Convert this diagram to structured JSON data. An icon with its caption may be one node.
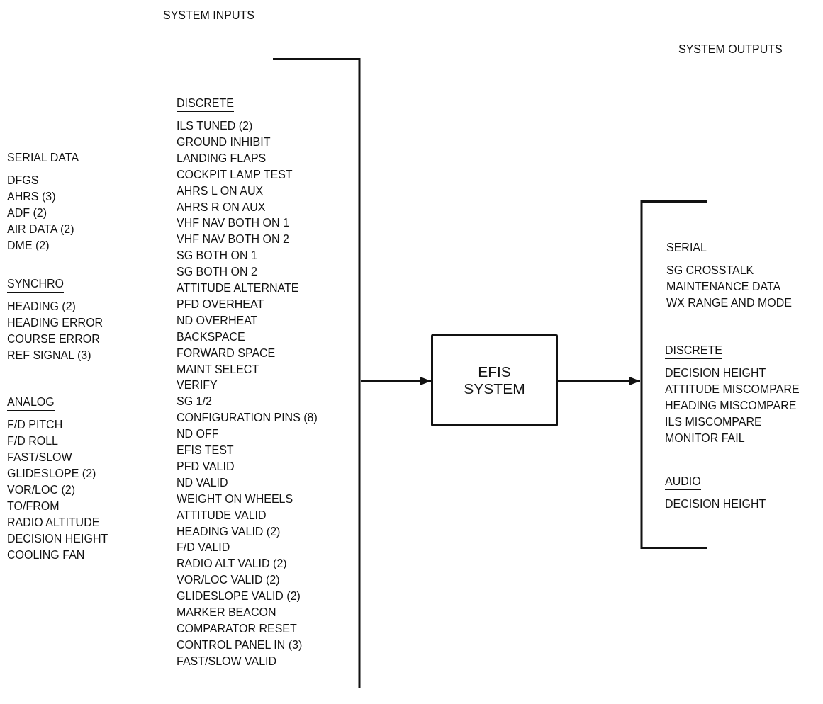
{
  "diagram": {
    "nodes": [
      {
        "text": [],
        "shape": "bar"
      },
      {
        "text": [
          "EFIS SYSTEM"
        ]
      },
      {
        "text": [],
        "shape": "bar"
      }
    ],
    "edges": [
      {
        "from": 0,
        "to": 1,
        "arrow": "to"
      },
      {
        "from": 1,
        "to": 2,
        "arrow": "to"
      }
    ],
    "labels": [
      "SYSTEM INPUTS",
      "SYSTEM OUTPUTS",
      "SERIAL DATA",
      "DFGS",
      "AHRS (3)",
      "ADF (2)",
      "AIR DATA (2)",
      "DME (2)",
      "SYNCHRO",
      "HEADING (2)",
      "HEADING ERROR",
      "COURSE ERROR",
      "REF SIGNAL (3)",
      "ANALOG",
      "F/D PITCH",
      "F/D ROLL",
      "FAST/SLOW",
      "GLIDESLOPE (2)",
      "VOR/LOC (2)",
      "TO/FROM",
      "RADIO ALTITUDE",
      "DECISION HEIGHT",
      "COOLING FAN",
      "DISCRETE",
      "ILS TUNED (2)",
      "GROUND INHIBIT",
      "LANDING FLAPS",
      "COCKPIT LAMP TEST",
      "AHRS L ON AUX",
      "AHRS R ON AUX",
      "VHF NAV BOTH ON 1",
      "VHF NAV BOTH ON 2",
      "SG BOTH ON 1",
      "SG BOTH ON 2",
      "ATTITUDE ALTERNATE",
      "PFD OVERHEAT",
      "ND OVERHEAT",
      "BACKSPACE",
      "FORWARD SPACE",
      "MAINT SELECT",
      "VERIFY",
      "SG 1/2",
      "CONFIGURATION PINS (8)",
      "ND OFF",
      "EFIS TEST",
      "PFD VALID",
      "ND VALID",
      "WEIGHT ON WHEELS",
      "ATTITUDE VALID",
      "HEADING VALID (2)",
      "F/D VALID",
      "RADIO ALT VALID (2)",
      "VOR/LOC VALID (2)",
      "GLIDESLOPE VALID (2)",
      "MARKER BEACON",
      "COMPARATOR RESET",
      "CONTROL PANEL IN (3)",
      "FAST/SLOW VALID",
      "SERIAL",
      "SG CROSSTALK",
      "MAINTENANCE DATA",
      "WX RANGE AND MODE",
      "DISCRETE",
      "DECISION HEIGHT",
      "ATTITUDE MISCOMPARE",
      "HEADING MISCOMPARE",
      "ILS MISCOMPARE",
      "MONITOR FAIL",
      "AUDIO",
      "DECISION HEIGHT"
    ]
  }
}
